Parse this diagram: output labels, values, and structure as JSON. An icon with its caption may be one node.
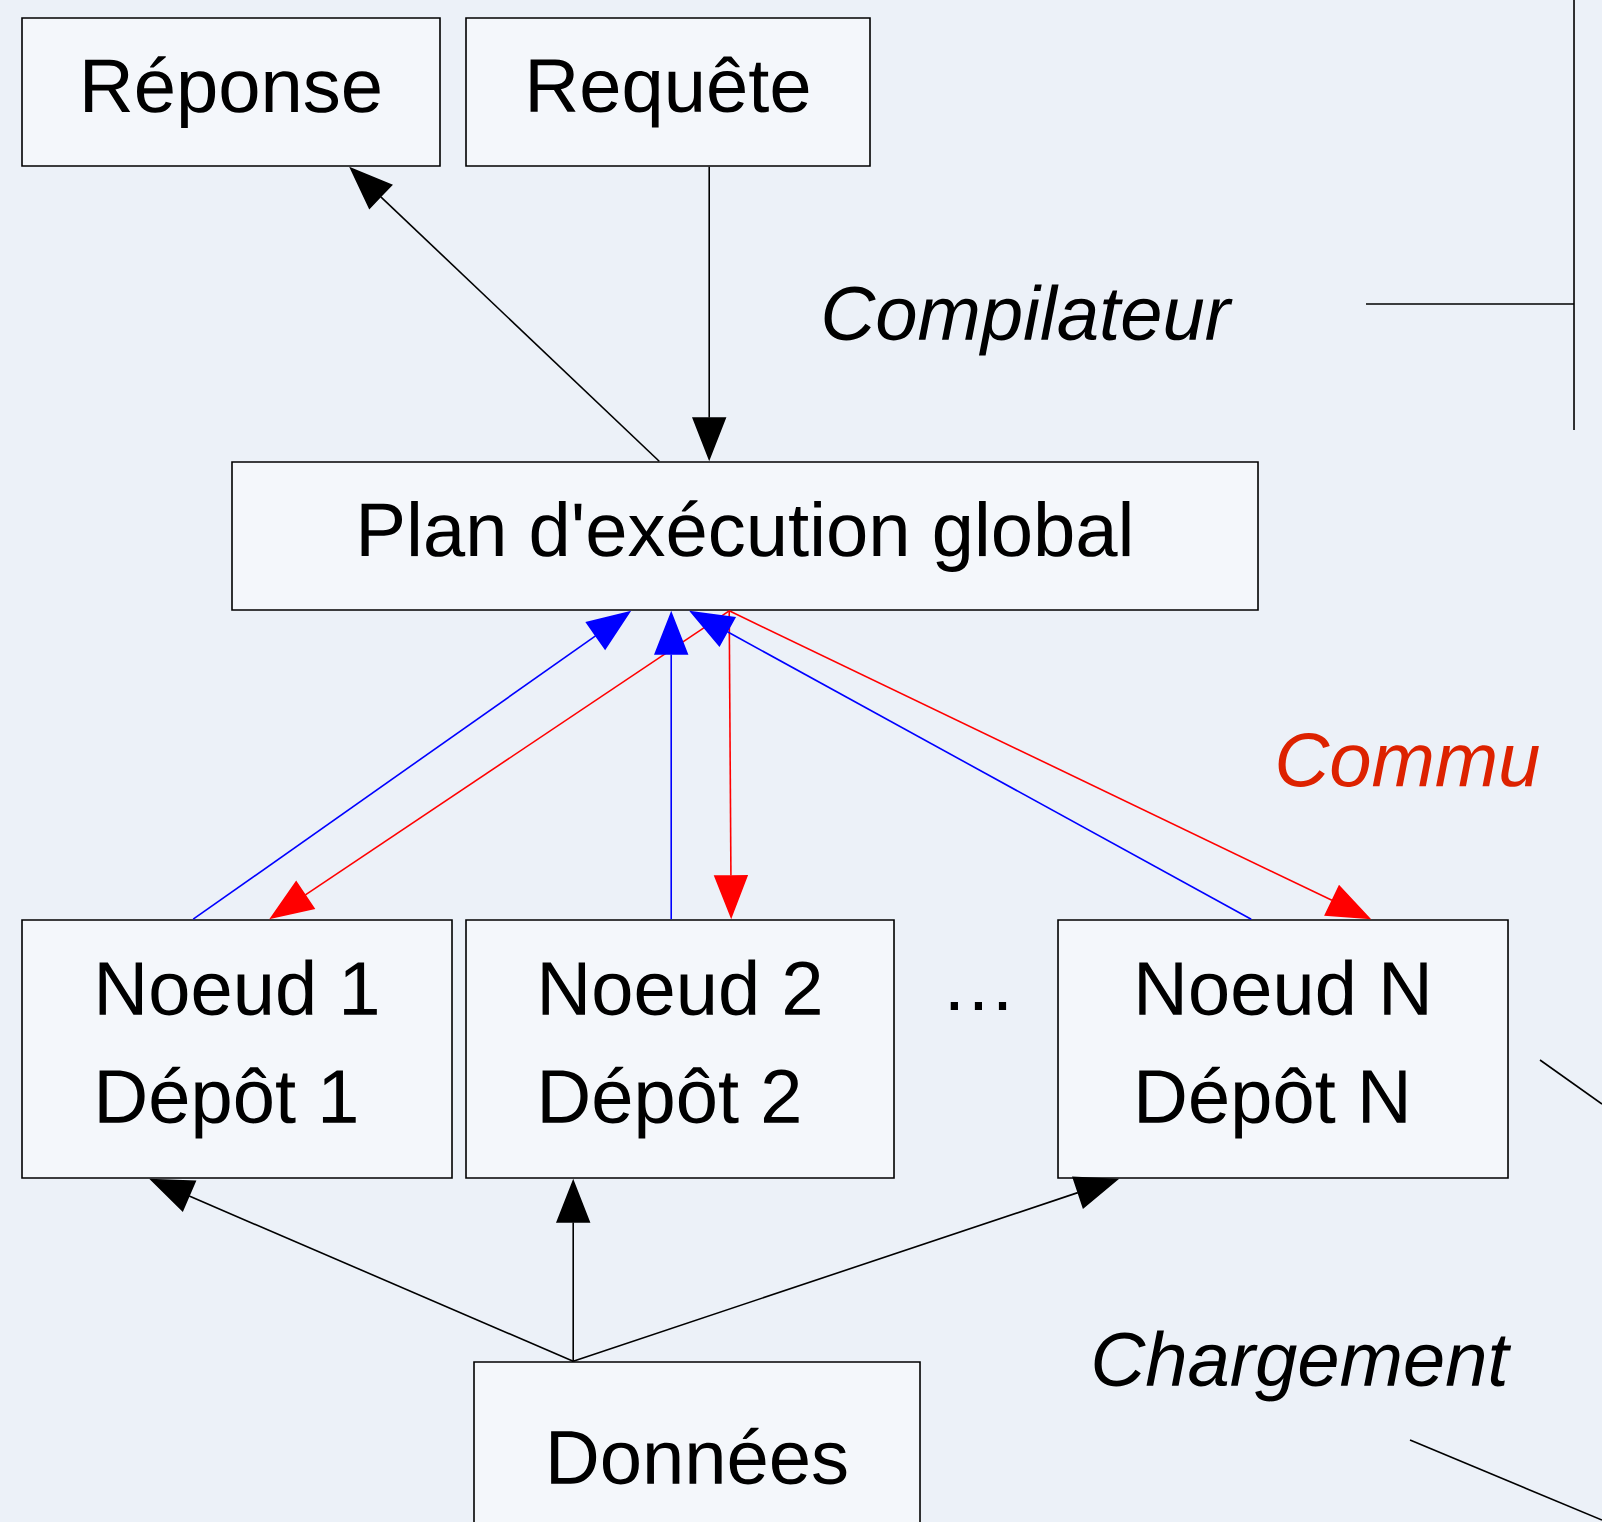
{
  "diagram": {
    "nodes": [
      {
        "text": [
          "Réponse"
        ]
      },
      {
        "text": [
          "Requête"
        ]
      },
      {
        "text": [
          "Plan d'exécution global"
        ]
      },
      {
        "text": [
          "Noeud 1",
          "Dépôt 1"
        ]
      },
      {
        "text": [
          "Noeud 2",
          "Dépôt 2"
        ]
      },
      {
        "text": [
          "Noeud N",
          "Dépôt N"
        ]
      },
      {
        "text": [
          "Données"
        ]
      }
    ],
    "edges": [
      {
        "from": 2,
        "to": 0,
        "arrow": "to"
      },
      {
        "from": 1,
        "to": 2,
        "arrow": "to"
      },
      {
        "from": 3,
        "to": 2,
        "arrow": "to",
        "color": "#0000ff"
      },
      {
        "from": 2,
        "to": 3,
        "arrow": "to",
        "color": "#ff0000"
      },
      {
        "from": 4,
        "to": 2,
        "arrow": "to",
        "color": "#0000ff"
      },
      {
        "from": 2,
        "to": 4,
        "arrow": "to",
        "color": "#ff0000"
      },
      {
        "from": 5,
        "to": 2,
        "arrow": "to",
        "color": "#0000ff"
      },
      {
        "from": 2,
        "to": 5,
        "arrow": "to",
        "color": "#ff0000"
      },
      {
        "from": 6,
        "to": 3,
        "arrow": "to"
      },
      {
        "from": 6,
        "to": 4,
        "arrow": "to"
      },
      {
        "from": 6,
        "to": 5,
        "arrow": "to"
      }
    ],
    "labels": [
      "Compilateur",
      "Commu",
      "…",
      "Chargement"
    ]
  }
}
